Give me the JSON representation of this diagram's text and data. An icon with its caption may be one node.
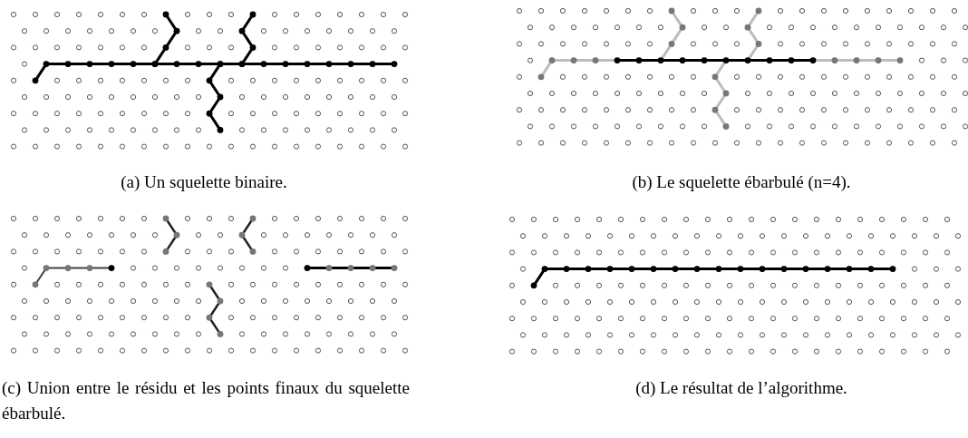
{
  "diagram": {
    "labels": [
      "(a) Un squelette binaire.",
      "(b) Le squelette ébarbulé (n=4).",
      "(c) Union entre le résidu et les points finaux du squelette ébarbulé.",
      "(d) Le résultat de l’algorithme."
    ]
  }
}
